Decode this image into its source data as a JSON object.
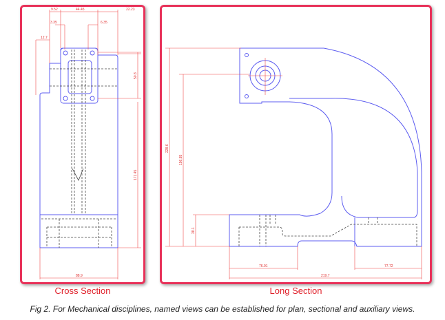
{
  "views": {
    "cross_section": {
      "label": "Cross Section",
      "dimensions": [
        "9.52",
        "44.45",
        "22.23",
        "3.35",
        "6.35",
        "12.7",
        "50.8",
        "171.45",
        "88.9"
      ]
    },
    "long_section": {
      "label": "Long Section",
      "dimensions": [
        "228.6",
        "196.85",
        "38.1",
        "76.91",
        "77.72",
        "219.7"
      ]
    }
  },
  "caption": "Fig 2. For Mechanical disciplines, named views can be established for plan, sectional and auxiliary views.",
  "colors": {
    "frame": "#e8325a",
    "geometry": "#5c5cf0",
    "dimension": "#f04848",
    "label": "#e0202a"
  }
}
